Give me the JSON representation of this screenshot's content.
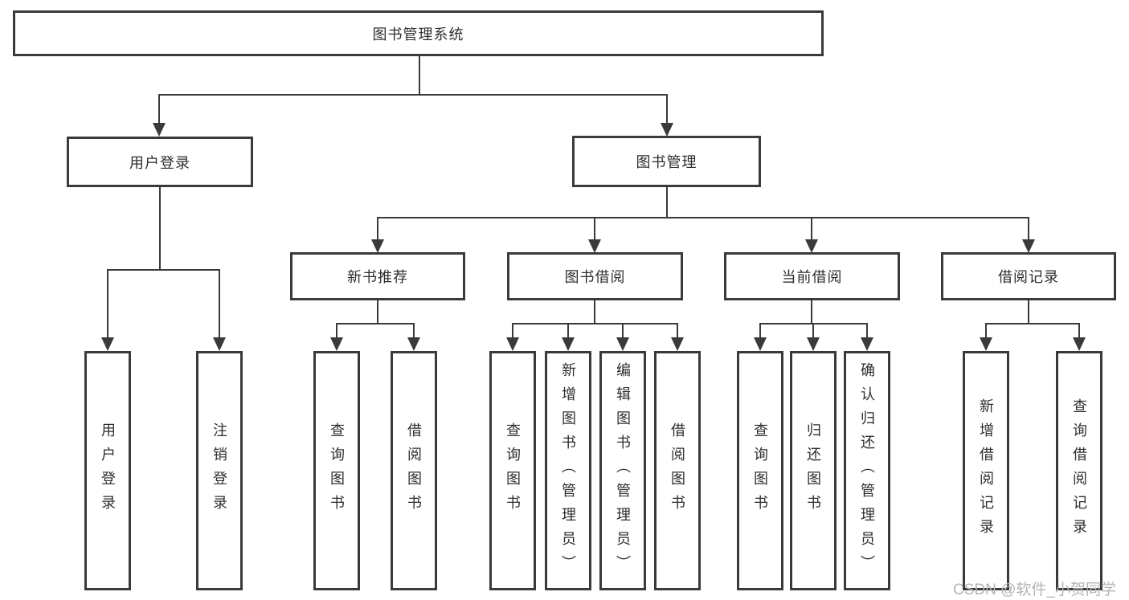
{
  "diagram": {
    "root": {
      "label": "图书管理系统"
    },
    "level1": {
      "user_login": {
        "label": "用户登录"
      },
      "book_management": {
        "label": "图书管理"
      }
    },
    "level2": {
      "new_book_recommend": {
        "label": "新书推荐"
      },
      "book_borrow": {
        "label": "图书借阅"
      },
      "current_borrow": {
        "label": "当前借阅"
      },
      "borrow_record": {
        "label": "借阅记录"
      }
    },
    "leaves": {
      "user_login": {
        "label": "用户登录"
      },
      "logout": {
        "label": "注销登录"
      },
      "rec_query_book": {
        "label": "查询图书"
      },
      "rec_borrow_book": {
        "label": "借阅图书"
      },
      "bb_query_book": {
        "label": "查询图书"
      },
      "bb_add_book": {
        "label": "新增图书（管理员）"
      },
      "bb_edit_book": {
        "label": "编辑图书（管理员）"
      },
      "bb_borrow_book": {
        "label": "借阅图书"
      },
      "cb_query_book": {
        "label": "查询图书"
      },
      "cb_return_book": {
        "label": "归还图书"
      },
      "cb_confirm_return": {
        "label": "确认归还（管理员）"
      },
      "br_add_record": {
        "label": "新增借阅记录"
      },
      "br_query_record": {
        "label": "查询借阅记录"
      }
    }
  },
  "watermark": {
    "text": "CSDN @软件_小贺同学"
  },
  "colors": {
    "line": "#3a3a3a",
    "text": "#2e2e2e",
    "watermark": "#b4b4b4",
    "background": "#ffffff"
  }
}
